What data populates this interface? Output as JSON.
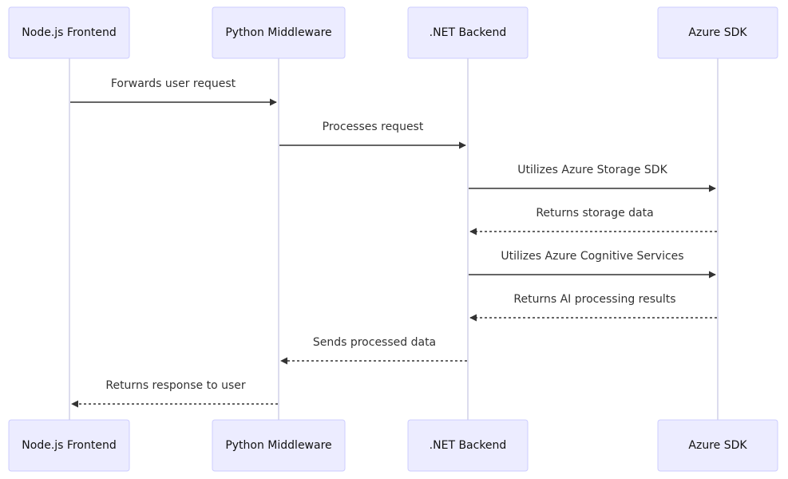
{
  "actors": [
    {
      "id": "node",
      "label": "Node.js Frontend"
    },
    {
      "id": "python",
      "label": "Python Middleware"
    },
    {
      "id": "dotnet",
      "label": ".NET Backend"
    },
    {
      "id": "azure",
      "label": "Azure SDK"
    }
  ],
  "messages": [
    {
      "from": "node",
      "to": "python",
      "text": "Forwards user request",
      "style": "solid"
    },
    {
      "from": "python",
      "to": "dotnet",
      "text": "Processes request",
      "style": "solid"
    },
    {
      "from": "dotnet",
      "to": "azure",
      "text": "Utilizes Azure Storage SDK",
      "style": "solid"
    },
    {
      "from": "azure",
      "to": "dotnet",
      "text": "Returns storage data",
      "style": "dashed"
    },
    {
      "from": "dotnet",
      "to": "azure",
      "text": "Utilizes Azure Cognitive Services",
      "style": "solid"
    },
    {
      "from": "azure",
      "to": "dotnet",
      "text": "Returns AI processing results",
      "style": "dashed"
    },
    {
      "from": "dotnet",
      "to": "python",
      "text": "Sends processed data",
      "style": "dashed"
    },
    {
      "from": "python",
      "to": "node",
      "text": "Returns response to user",
      "style": "dashed"
    }
  ],
  "colors": {
    "actor_fill": "#ececff",
    "actor_stroke": "#ccccff",
    "lifeline": "#dcdcee",
    "arrow": "#333333"
  }
}
